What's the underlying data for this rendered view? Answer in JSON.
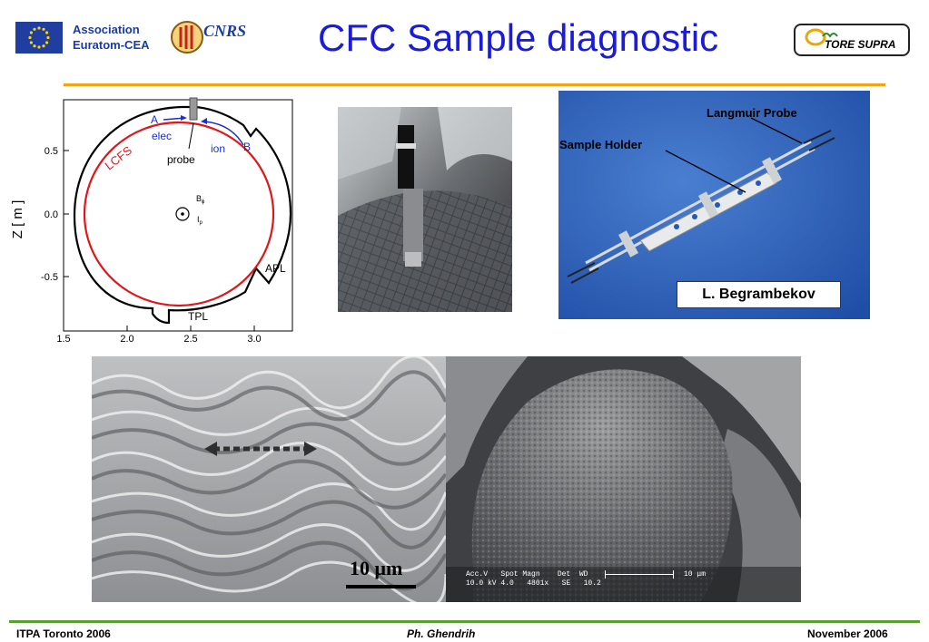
{
  "header": {
    "association_line1": "Association",
    "association_line2": "Euratom-CEA",
    "cnrs": "CNRS",
    "title": "CFC  Sample diagnostic",
    "tore_supra": "TORE SUPRA"
  },
  "diagram": {
    "y_axis_label": "Z  [ m ]",
    "x_ticks": [
      "1.5",
      "2.0",
      "2.5",
      "3.0"
    ],
    "y_ticks": [
      "0.5",
      "0.0",
      "-0.5"
    ],
    "labels": {
      "a": "A",
      "b": "B",
      "elec": "elec",
      "ion": "ion",
      "lcfs": "LCFS",
      "probe": "probe",
      "b_phi": "B",
      "b_phi_sub": "ϕ",
      "i_p": "I",
      "i_p_sub": "p",
      "apl": "APL",
      "tpl": "TPL"
    },
    "colors": {
      "lcfs": "#e0161a",
      "arrows": "#1a2fd6",
      "wall": "#000000"
    }
  },
  "photos": {
    "langmuir_probe": "Langmuir Probe",
    "sample_holder": "Sample Holder",
    "credit": "L. Begrambekov"
  },
  "sem": {
    "scale_left": "10 μm",
    "info_line1": "Acc.V   Spot Magn    Det  WD",
    "info_line2": "10.0 kV 4.0   4801x   SE   10.2",
    "scale_right": "10 μm"
  },
  "footer": {
    "left": "ITPA Toronto 2006",
    "center": "Ph. Ghendrih",
    "right": "November 2006"
  },
  "colors": {
    "title": "#1b1bdc",
    "top_rule": "#f2a413",
    "bottom_rule": "#5aa02c"
  }
}
